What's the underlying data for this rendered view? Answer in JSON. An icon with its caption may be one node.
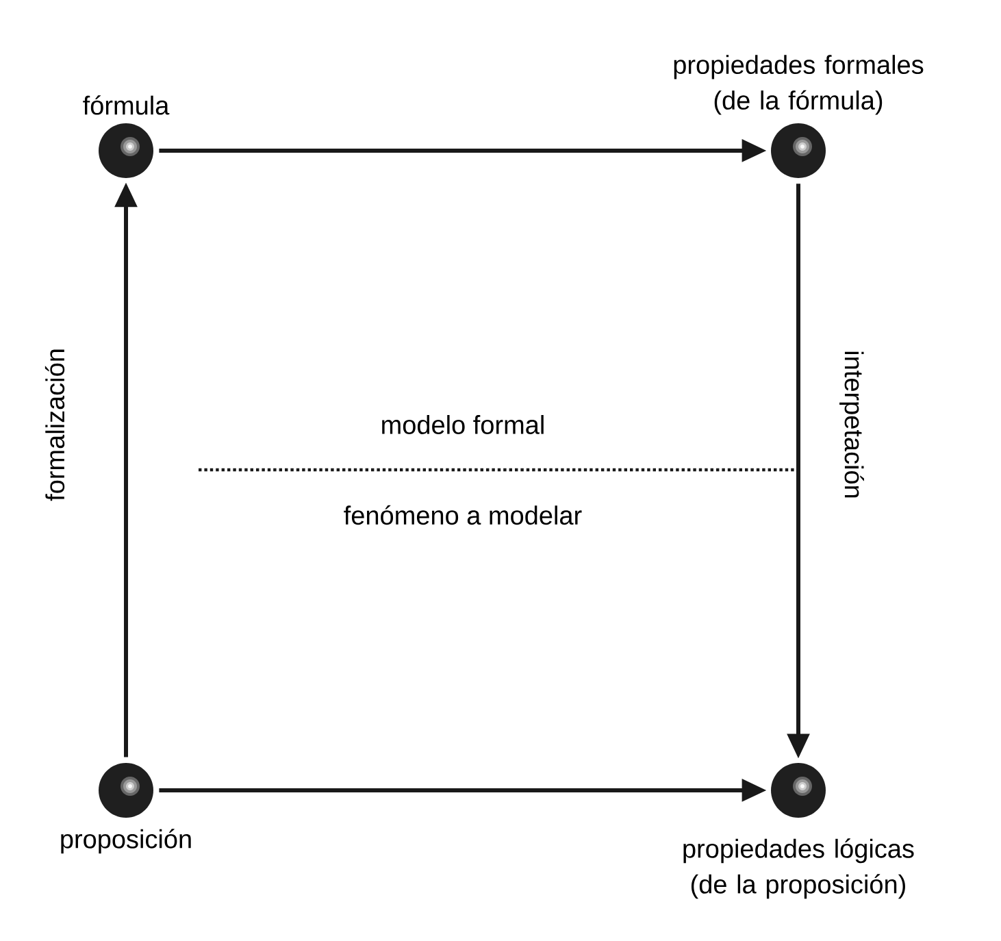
{
  "diagram": {
    "nodes": [
      {
        "text": [
          "fórmula"
        ]
      },
      {
        "text": [
          "propiedades formales (de la fórmula)"
        ]
      },
      {
        "text": [
          "proposición"
        ]
      },
      {
        "text": [
          "propiedades lógicas (de la proposición)"
        ]
      }
    ],
    "edges": [
      {
        "from": 0,
        "to": 1,
        "arrow": "to"
      },
      {
        "from": 2,
        "to": 0,
        "arrow": "to",
        "label": "formalización"
      },
      {
        "from": 1,
        "to": 3,
        "arrow": "to",
        "label": "interpetación"
      },
      {
        "from": 2,
        "to": 3,
        "arrow": "to"
      }
    ],
    "labels": [
      "modelo formal",
      "fenómeno a modelar"
    ]
  }
}
